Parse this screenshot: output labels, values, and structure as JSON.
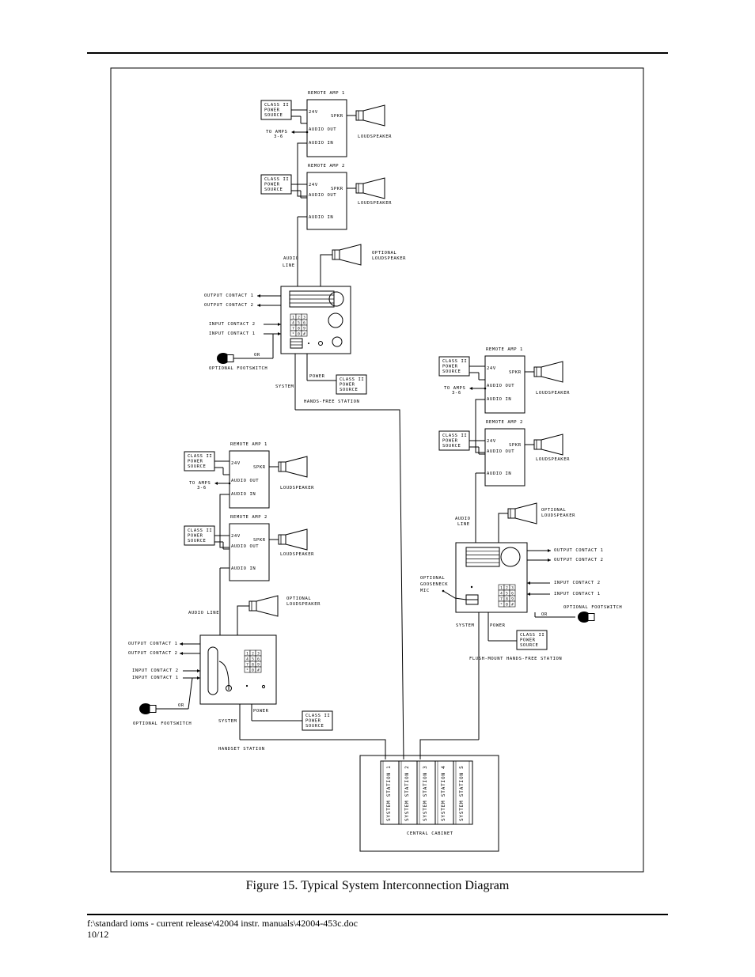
{
  "labels": {
    "remote_amp_1": "REMOTE AMP 1",
    "remote_amp_2": "REMOTE AMP 2",
    "class_ii": "CLASS II",
    "power": "POWER",
    "source": "SOURCE",
    "v24": "24V",
    "spkr": "SPKR",
    "audio_out": "AUDIO OUT",
    "audio_in": "AUDIO IN",
    "to_amps": "TO AMPS",
    "amps_range": "3-6",
    "loudspeaker": "LOUDSPEAKER",
    "optional": "OPTIONAL",
    "audio": "AUDIO",
    "line": "LINE",
    "audio_line": "AUDIO LINE",
    "output_contact_1": "OUTPUT CONTACT 1",
    "output_contact_2": "OUTPUT CONTACT 2",
    "input_contact_1": "INPUT CONTACT 1",
    "input_contact_2": "INPUT CONTACT 2",
    "or": "OR",
    "optional_footswitch": "OPTIONAL FOOTSWITCH",
    "system": "SYSTEM",
    "hands_free_station": "HANDS-FREE STATION",
    "flush_mount_station": "FLUSH-MOUNT HANDS-FREE STATION",
    "handset_station": "HANDSET STATION",
    "gooseneck": "GOOSENECK",
    "mic": "MIC",
    "central_cabinet": "CENTRAL CABINET",
    "keypad": [
      "1",
      "2",
      "3",
      "4",
      "5",
      "6",
      "7",
      "8",
      "9",
      "*",
      "0",
      "#"
    ]
  },
  "cabinet_slots": [
    "SYSTEM STATION 1",
    "SYSTEM STATION 2",
    "SYSTEM STATION 3",
    "SYSTEM STATION 4",
    "SYSTEM STATION 5"
  ],
  "caption": "Figure 15.  Typical System Interconnection Diagram",
  "footer": {
    "path": "f:\\standard ioms - current release\\42004 instr. manuals\\42004-453c.doc",
    "date": "10/12"
  }
}
